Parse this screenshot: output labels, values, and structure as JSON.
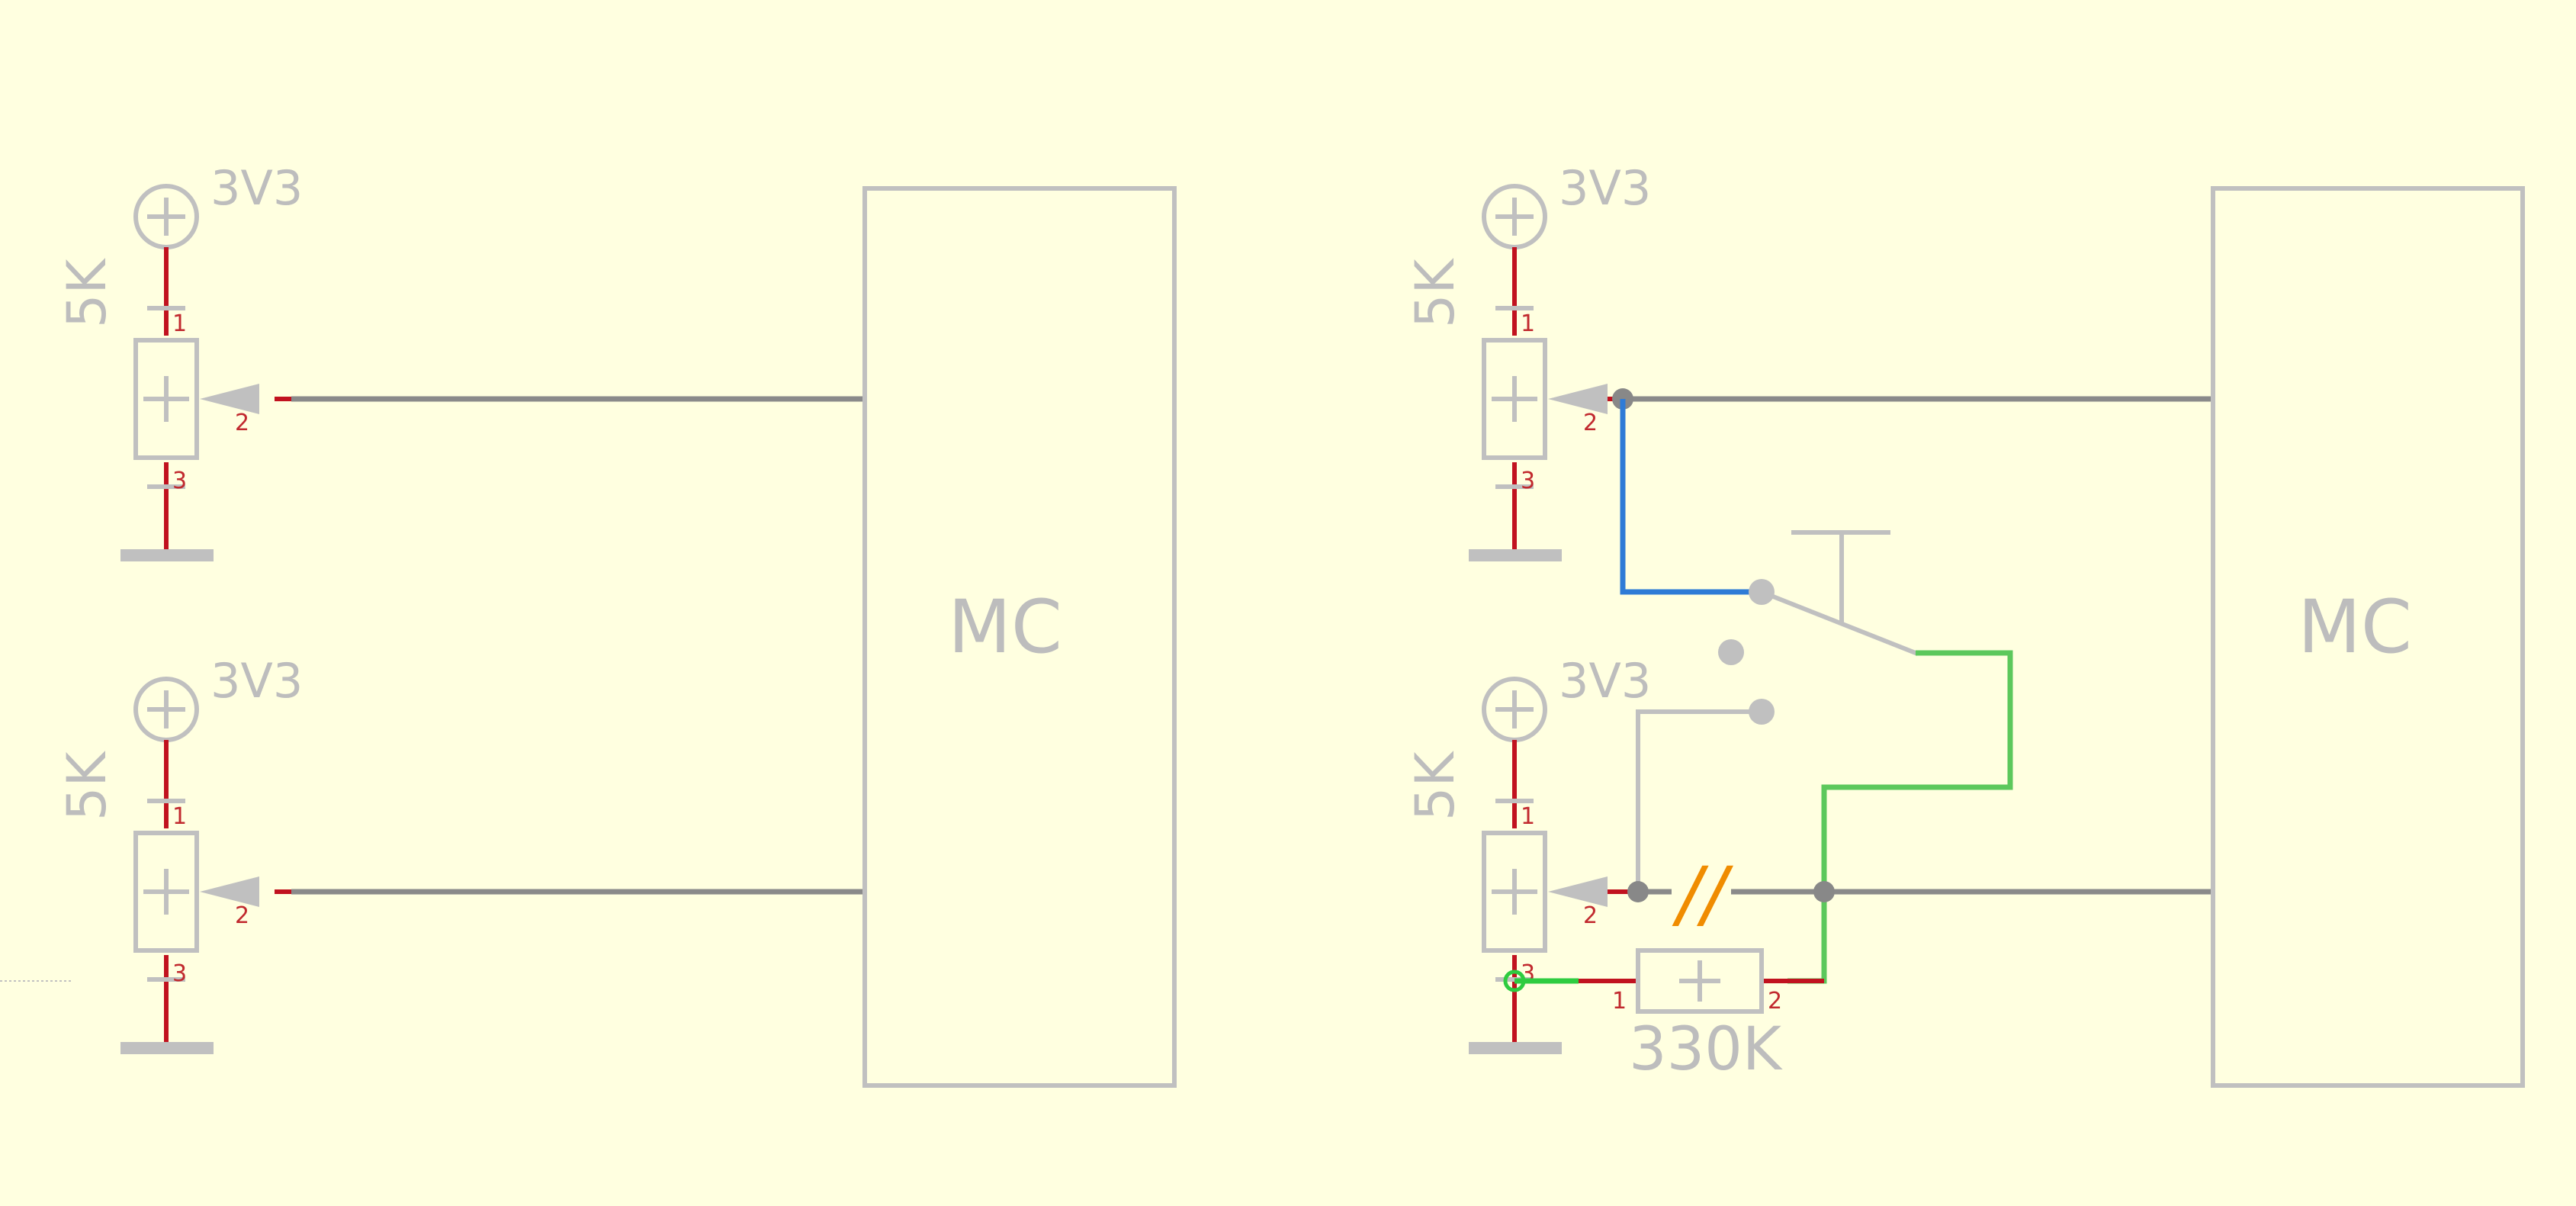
{
  "colors": {
    "background": "#FFFFE0",
    "symbol": "#C0C0C0",
    "pin_stub": "#C1121F",
    "net_wire": "#8A8A8A",
    "blue_wire": "#2E7BD6",
    "green_wire": "#5CC85C",
    "break_mark": "#F08C00"
  },
  "left_circuit": {
    "pot_top": {
      "supply": "3V3",
      "value": "5K",
      "pin1": "1",
      "pin2": "2",
      "pin3": "3"
    },
    "pot_bottom": {
      "supply": "3V3",
      "value": "5K",
      "pin1": "1",
      "pin2": "2",
      "pin3": "3"
    },
    "mc_label": "MC"
  },
  "right_circuit": {
    "pot_top": {
      "supply": "3V3",
      "value": "5K",
      "pin1": "1",
      "pin2": "2",
      "pin3": "3"
    },
    "pot_bottom": {
      "supply": "3V3",
      "value": "5K",
      "pin1": "1",
      "pin2": "2",
      "pin3": "3"
    },
    "resistor": {
      "value": "330K",
      "pin1": "1",
      "pin2": "2"
    },
    "break_mark": "//",
    "mc_label": "MC"
  }
}
